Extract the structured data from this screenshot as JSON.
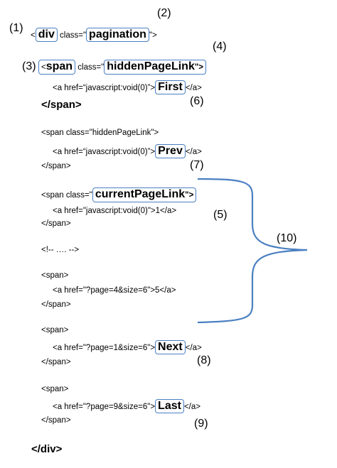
{
  "lines": {
    "div_open": {
      "lt": "<",
      "tag": "div",
      "mid": " class=\"",
      "cls": "pagination",
      "end": "\">"
    },
    "span1_open": {
      "lt": "<",
      "tag": "span",
      "mid": " class=\"",
      "cls": "hiddenPageLink",
      "end": "\">"
    },
    "a_first": {
      "pre": "<a href=“javascript:void(0)”>",
      "word": "First",
      "post": "</a>"
    },
    "span1_close": "</span>",
    "span2_open": "<span class=\"hiddenPageLink\">",
    "a_prev": {
      "pre": "<a href=“javascript:void(0)”>",
      "word": "Prev",
      "post": "</a>"
    },
    "span2_close": "</span>",
    "span3_open": {
      "pre": "<span class=\"",
      "cls": "currentPageLink",
      "end": "\">"
    },
    "a_current": "<a href=\"javascript:void(0)\">1</a>",
    "span3_close": "</span>",
    "comment": "<!-- …. -->",
    "span4_open": "<span>",
    "a_page5": "<a href=\"?page=4&size=6\">5</a>",
    "span4_close": "</span>",
    "span5_open": "<span>",
    "a_next": {
      "pre": "<a href=\"?page=1&size=6\">",
      "word": "Next",
      "post": "</a>"
    },
    "span5_close": "</span>",
    "span6_open": "<span>",
    "a_last": {
      "pre": "<a href=\"?page=9&size=6\">",
      "word": "Last",
      "post": "</a>"
    },
    "span6_close": "</span>",
    "div_close": "</div>"
  },
  "callouts": [
    "(1)",
    "(2)",
    "(3)",
    "(4)",
    "(5)",
    "(6)",
    "(7)",
    "(8)",
    "(9)",
    "(10)"
  ],
  "colors": {
    "highlight": "#4a7fc1"
  }
}
